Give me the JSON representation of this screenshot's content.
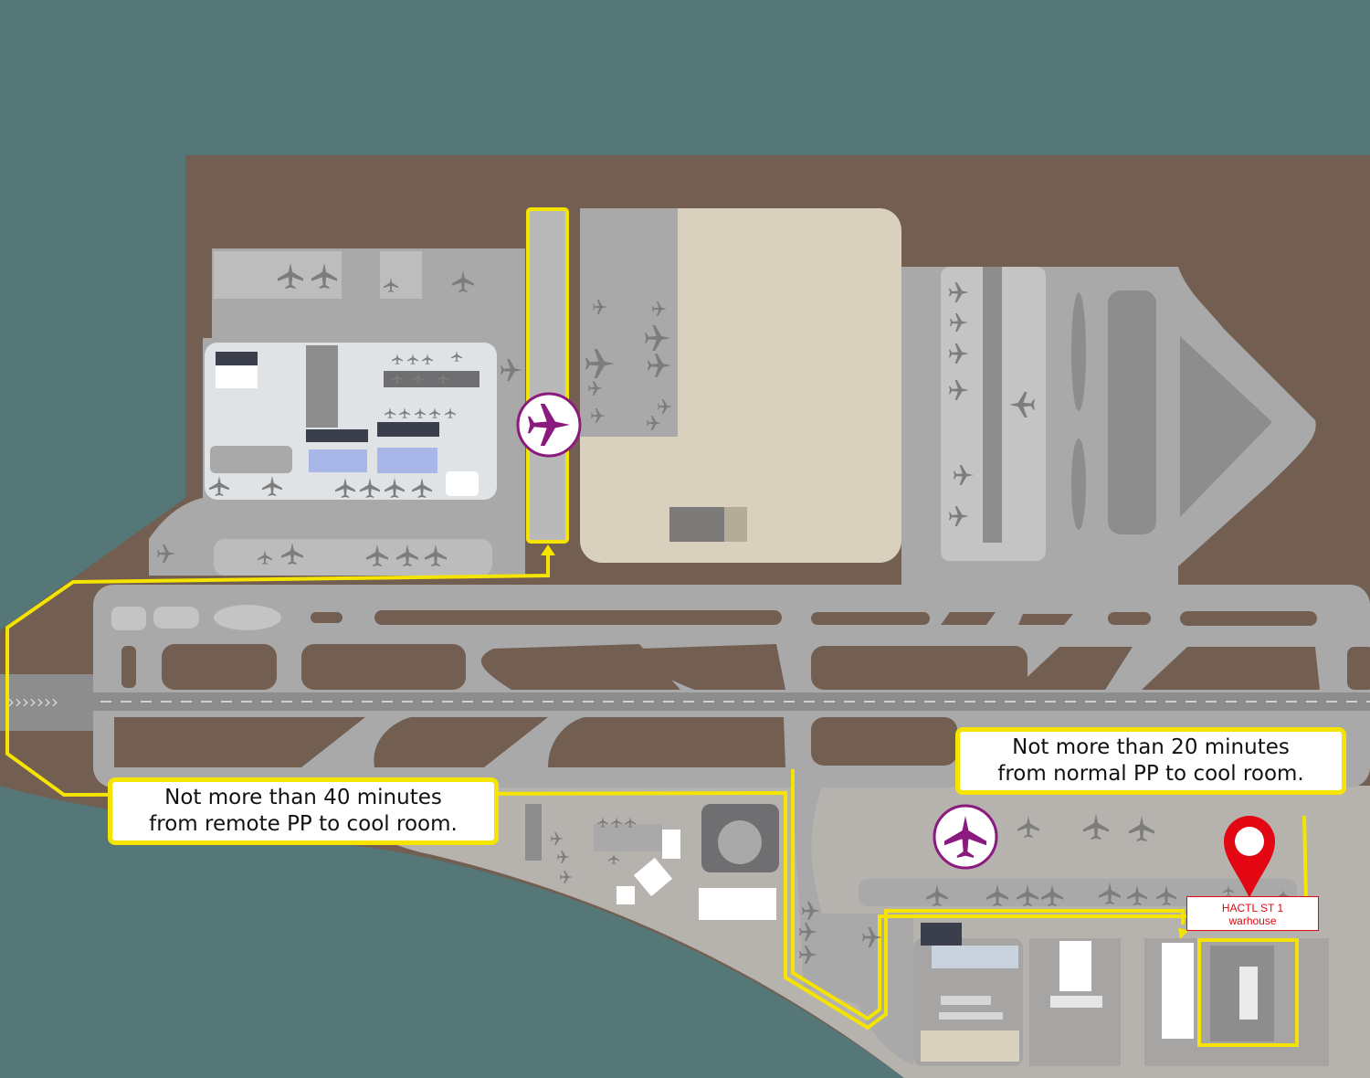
{
  "map": {
    "callouts": {
      "remote": {
        "line1": "Not more than 40 minutes",
        "line2": "from remote PP to cool room."
      },
      "normal": {
        "line1": "Not more than 20 minutes",
        "line2": "from normal PP to cool room."
      }
    },
    "marker": {
      "line1": "HACTL ST 1",
      "line2": "warhouse"
    },
    "colors": {
      "sea": "#557778",
      "land": "#735f52",
      "tarmac": "#a9a9a9",
      "route": "#f5e400",
      "parking_icon": "#8b1a7e",
      "marker": "#e30613"
    },
    "icons": [
      "airplane-icon",
      "parking-position-icon",
      "location-pin-icon"
    ]
  }
}
